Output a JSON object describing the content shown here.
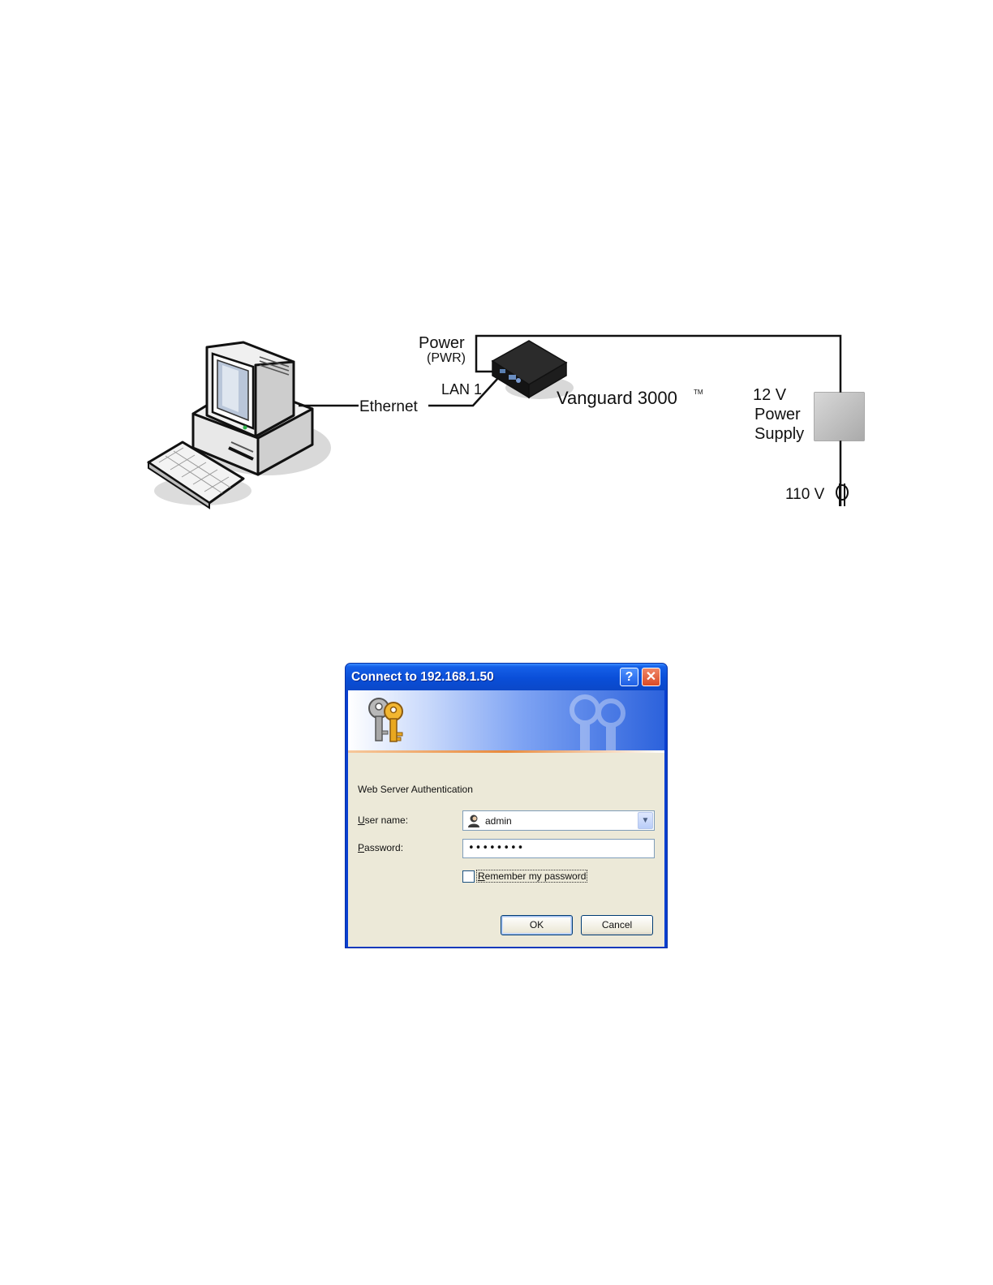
{
  "diagram": {
    "labels": {
      "power": "Power",
      "pwr": "(PWR)",
      "lan1": "LAN 1",
      "ethernet": "Ethernet",
      "device": "Vanguard 3000",
      "trademark": "TM",
      "supply_voltage": "12 V",
      "supply_line1": "Power",
      "supply_line2": "Supply",
      "mains": "110 V"
    }
  },
  "dialog": {
    "title": "Connect to 192.168.1.50",
    "help_button": "?",
    "close_button": "✕",
    "message": "Web Server Authentication",
    "user_label_mnemonic": "U",
    "user_label_rest": "ser name:",
    "user_value": "admin",
    "password_label_mnemonic": "P",
    "password_label_rest": "assword:",
    "password_value": "••••••••",
    "remember_mnemonic": "R",
    "remember_rest": "emember my password",
    "remember_checked": false,
    "ok_label": "OK",
    "cancel_label": "Cancel",
    "icons": {
      "banner": "keys-icon",
      "user": "user-icon",
      "dropdown": "chevron-down-icon"
    }
  }
}
